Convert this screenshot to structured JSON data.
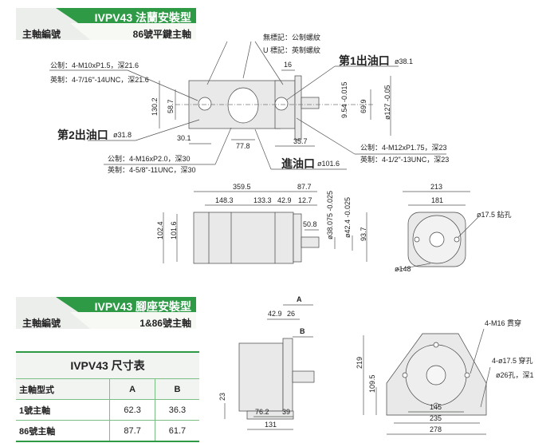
{
  "flange_header": {
    "title": "IVPV43 法蘭安裝型",
    "shaft_label": "主軸編號",
    "shaft_value": "86號平鍵主軸"
  },
  "foot_header": {
    "title": "IVPV43 腳座安裝型",
    "shaft_label": "主軸編號",
    "shaft_value": "1&86號主軸"
  },
  "top_view": {
    "legend_none": "無標記：公制螺紋",
    "legend_u": "U 標記：英制螺紋",
    "outlet1": "第1出油口",
    "outlet1_dia": "ø38.1",
    "outlet2": "第2出油口",
    "outlet2_dia": "ø31.8",
    "inlet": "進油口",
    "inlet_dia": "ø101.6",
    "m10": "公制：4-M10xP1.5，深21.6",
    "unc716": "英制：4-7/16\"-14UNC，深21.6",
    "m16": "公制：4-M16xP2.0，深30",
    "unc58": "英制：4-5/8\"-11UNC，深30",
    "m12": "公制：4-M12xP1.75，深23",
    "unc12": "英制：4-1/2\"-13UNC，深23",
    "d16": "16",
    "d130_2": "130.2",
    "d58_7": "58.7",
    "d30_1": "30.1",
    "d77_8": "77.8",
    "d35_7": "35.7",
    "d9_54": "9.54 -0.015",
    "d69_9": "69.9",
    "d127": "ø127 -0.05"
  },
  "side_view": {
    "d359_5": "359.5",
    "d87_7": "87.7",
    "d148_3": "148.3",
    "d133_3": "133.3",
    "d42_9": "42.9",
    "d12_7": "12.7",
    "d50_8": "50.8",
    "d102_4": "102.4",
    "d101_6": "101.6",
    "d38_075": "ø38.075 -0.025",
    "d42_4": "ø42.4 -0.025",
    "d93_7": "93.7"
  },
  "end_view": {
    "d213": "213",
    "d181": "181",
    "hole": "ø17.5 鉆孔",
    "d148": "ø148"
  },
  "size_table": {
    "title": "IVPV43 尺寸表",
    "headers": [
      "主軸型式",
      "A",
      "B"
    ],
    "rows": [
      [
        "1號主軸",
        "62.3",
        "36.3"
      ],
      [
        "86號主軸",
        "87.7",
        "61.7"
      ]
    ]
  },
  "foot_side": {
    "A": "A",
    "B": "B",
    "d42_9": "42.9",
    "d26": "26",
    "d23": "23",
    "d76_2": "76.2",
    "d39": "39",
    "d131": "131"
  },
  "foot_front": {
    "m16": "4-M16 貫穿",
    "holes": "4-ø17.5 穿孔",
    "counter": "ø26孔，深1",
    "d219": "219",
    "d109_5": "109.5",
    "d145": "145",
    "d235": "235",
    "d278": "278"
  }
}
